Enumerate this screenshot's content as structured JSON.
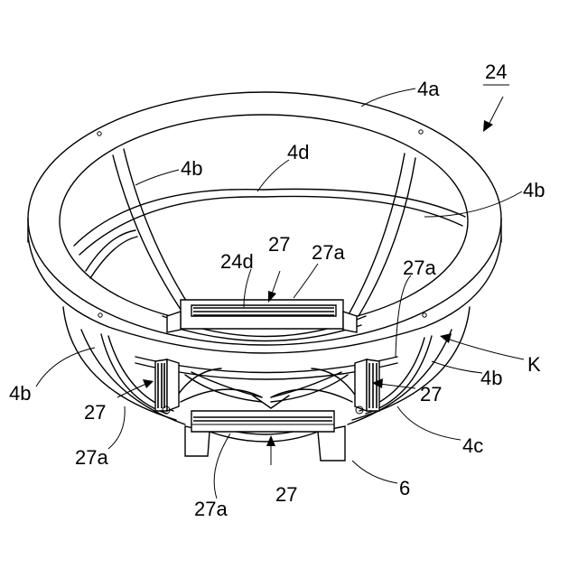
{
  "labels": {
    "assembly": "24",
    "ring": "4a",
    "frame_top_left": "4b",
    "frame_top_right": "4b",
    "frame_left": "4b",
    "frame_right": "4b",
    "inner_ring": "4d",
    "core": "24d",
    "magnet_top": "27",
    "magnet_top_a": "27a",
    "magnet_right_a": "27a",
    "magnet_left": "27",
    "magnet_right": "27",
    "magnet_left_a": "27a",
    "bottom_a": "27a",
    "bottom": "27",
    "base": "4c",
    "foot": "6",
    "view": "K"
  }
}
